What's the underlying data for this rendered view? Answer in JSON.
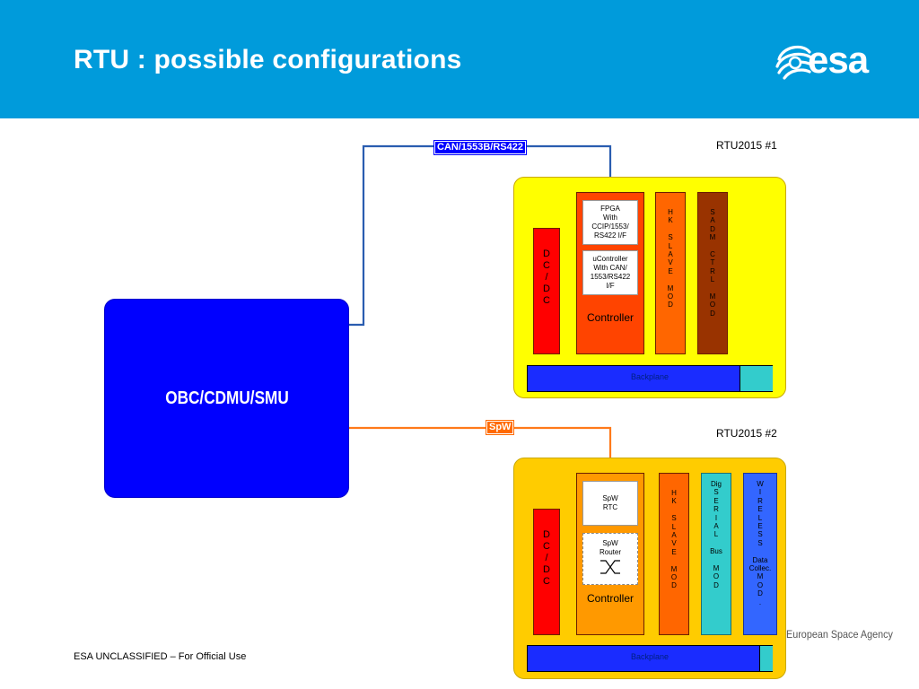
{
  "slide": {
    "title": "RTU : possible configurations",
    "logo_text": "esa",
    "footer_classification": "ESA UNCLASSIFIED – For Official Use",
    "footer_agency": "European Space Agency"
  },
  "colors": {
    "header": "#009bdb",
    "obc": "#0000ff",
    "can_bus": "#2a5db0",
    "spw_bus": "#ff7a1a",
    "rtu1_bg": "#ffff00",
    "rtu2_bg": "#ffcc00",
    "dcdc": "#ff0000",
    "backplane": "#1a2cff"
  },
  "obc": {
    "label": "OBC/CDMU/SMU"
  },
  "buses": {
    "can": "CAN/1553B/RS422",
    "spw": "SpW"
  },
  "rtu1": {
    "title": "RTU2015 #1",
    "dcdc": "D\nC\n/\nD\nC",
    "controller": {
      "label": "Controller",
      "fpga": [
        "FPGA",
        "With",
        "CCIP/1553/",
        "RS422 I/F"
      ],
      "ucontroller": [
        "uController",
        "With CAN/",
        "1553/RS422",
        "I/F"
      ]
    },
    "hk_module": "H\nK\n\nS\nL\nA\nV\nE\n\nM\nO\nD",
    "sadm_module": "S\nA\nD\nM\n\nC\nT\nR\nL\n\nM\nO\nD",
    "backplane": "Backplane"
  },
  "rtu2": {
    "title": "RTU2015 #2",
    "dcdc": "D\nC\n/\nD\nC",
    "controller": {
      "label": "Controller",
      "spw_rtc": [
        "SpW",
        "RTC"
      ],
      "spw_router": [
        "SpW",
        "Router"
      ]
    },
    "hk_module": "H\nK\n\nS\nL\nA\nV\nE\n\nM\nO\nD",
    "serial_module": "Dig\nS\nE\nR\nI\nA\nL\n\nBus\n\nM\nO\nD",
    "wireless_module": "W\nI\nR\nE\nL\nE\nS\nS\n\nData\nCollec.\nM\nO\nD\n.",
    "backplane": "Backplane"
  }
}
